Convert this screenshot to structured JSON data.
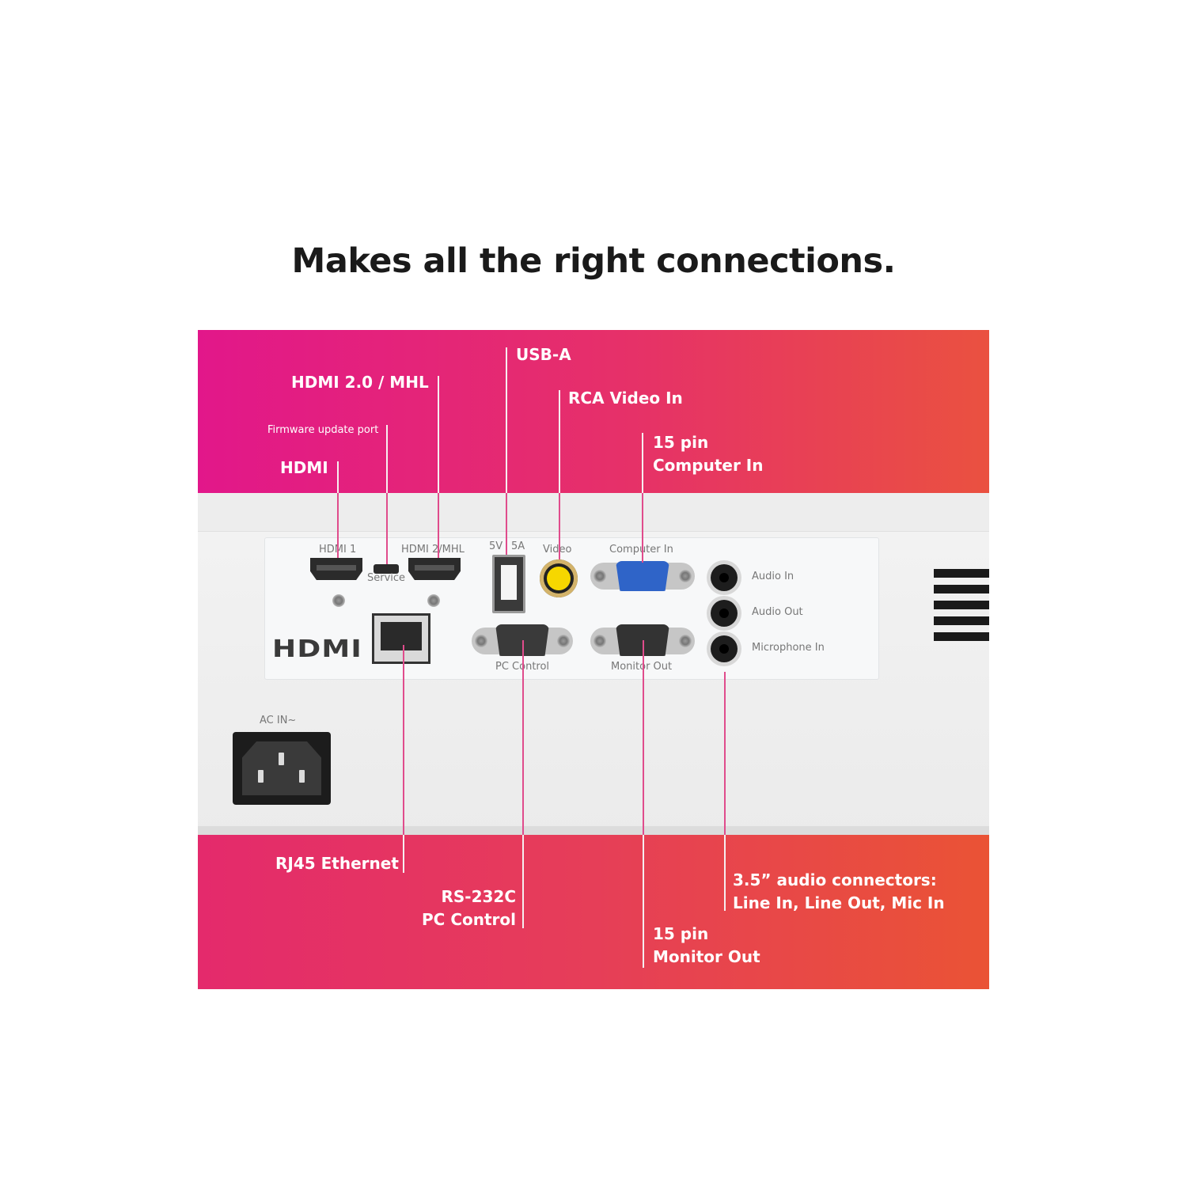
{
  "headline": "Makes all the right connections.",
  "callouts": {
    "usb_a": "USB-A",
    "hdmi_mhl": "HDMI 2.0 / MHL",
    "rca": "RCA Video In",
    "firmware": "Firmware update port",
    "computer_in_1": "15 pin",
    "computer_in_2": "Computer In",
    "hdmi": "HDMI",
    "rj45": "RJ45 Ethernet",
    "rs232_1": "RS-232C",
    "rs232_2": "PC Control",
    "audio_1": "3.5” audio connectors:",
    "audio_2": "Line In, Line Out, Mic In",
    "monitor_out_1": "15 pin",
    "monitor_out_2": "Monitor Out"
  },
  "panel_labels": {
    "hdmi1": "HDMI 1",
    "service": "Service",
    "hdmi2": "HDMI 2/MHL",
    "usb_5v": "5V",
    "usb_5a": "5A",
    "video": "Video",
    "computer_in": "Computer In",
    "audio_in": "Audio In",
    "audio_out": "Audio Out",
    "mic_in": "Microphone In",
    "pc_control": "PC Control",
    "monitor_out": "Monitor Out",
    "ac_in": "AC IN~",
    "hdmi_logo": "HDMI"
  },
  "colors": {
    "band_start": "#e2178a",
    "band_end": "#ea5140",
    "vga_blue": "#2f64c8",
    "rca_yellow": "#f6d700"
  }
}
